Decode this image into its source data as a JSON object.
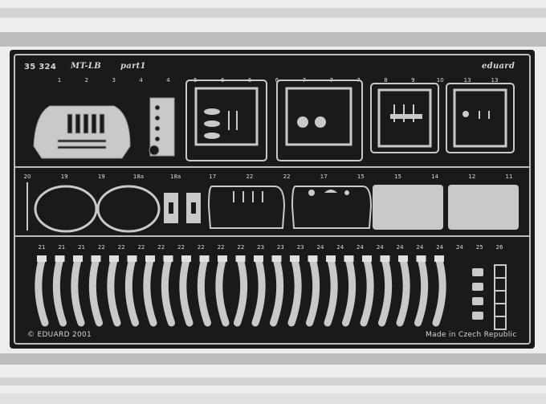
{
  "fret": {
    "code": "35 324",
    "model": "MT-LB",
    "part": "part1",
    "brand": "eduard",
    "copyright": "© EDUARD 2001",
    "origin": "Made in Czech Republic"
  },
  "part_numbers": {
    "top_row": [
      "1",
      "2",
      "3",
      "4",
      "4",
      "5",
      "6",
      "6",
      "6",
      "7",
      "7",
      "7",
      "8",
      "9",
      "10",
      "13",
      "13"
    ],
    "middle_row": [
      "20",
      "19",
      "19",
      "18a",
      "18a",
      "17",
      "22",
      "22",
      "17",
      "15",
      "15",
      "14",
      "12",
      "11"
    ],
    "bottom_row": [
      "21",
      "21",
      "21",
      "22",
      "22",
      "22",
      "22",
      "22",
      "22",
      "22",
      "22",
      "23",
      "23",
      "23",
      "24",
      "24",
      "24",
      "24",
      "24",
      "24",
      "24",
      "24",
      "25",
      "26"
    ]
  },
  "colors": {
    "metal": "#c9c9c9",
    "background": "#1a1a1a",
    "frame": "#bdbdbd"
  }
}
